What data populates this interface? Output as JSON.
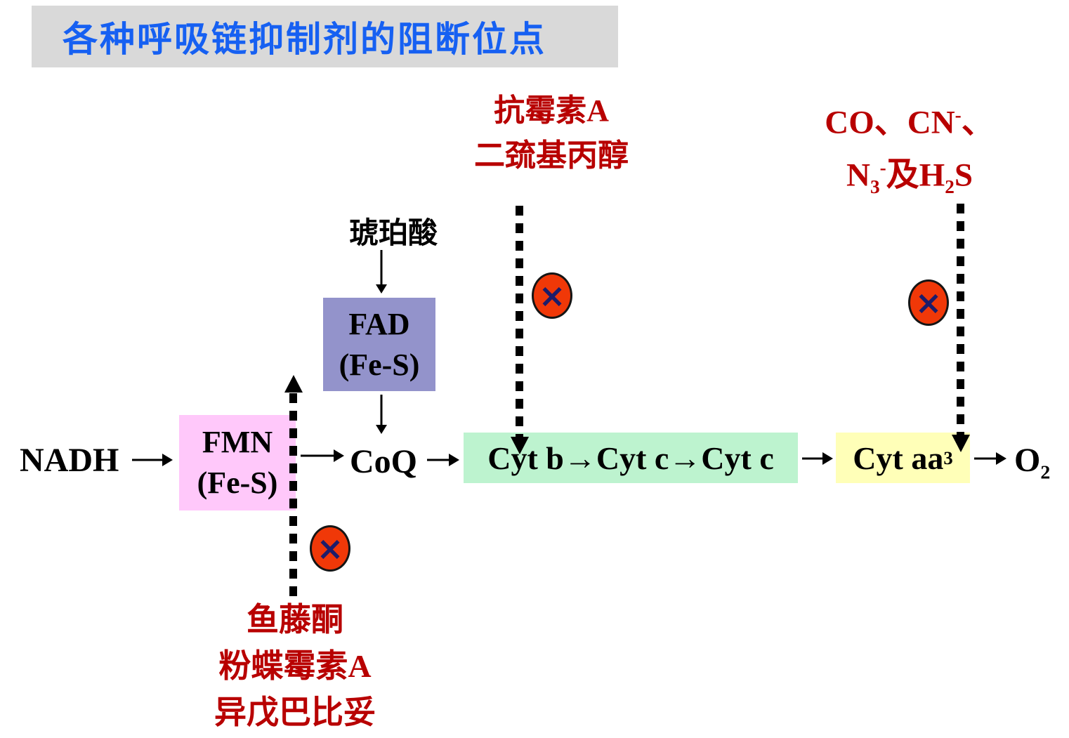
{
  "title": "各种呼吸链抑制剂的阻断位点",
  "inhibitors": {
    "antimycin": {
      "line1": "抗霉素A",
      "line2": "二巯基丙醇"
    },
    "gases": {
      "l1a": "CO、CN",
      "l1sup": "-",
      "l1b": "、",
      "l2a": "N",
      "l2sub": "3",
      "l2sup": "-",
      "l2b": "及H",
      "l2sub2": "2",
      "l2c": "S"
    },
    "rotenone": {
      "line1": "鱼藤酮",
      "line2": "粉蝶霉素A",
      "line3": "异戊巴比妥"
    }
  },
  "chain": {
    "succinate": "琥珀酸",
    "nadh": "NADH",
    "fmn": {
      "line1": "FMN",
      "line2": "(Fe-S)"
    },
    "fad": {
      "line1": "FAD",
      "line2": "(Fe-S)"
    },
    "coq": "CoQ",
    "cyt_chain": "Cyt b→Cyt c→Cyt c",
    "cyt_aa": {
      "base": "Cyt aa",
      "sub": "3"
    },
    "o2": {
      "base": "O",
      "sub": "2"
    }
  },
  "marks": {
    "block_x": "×"
  },
  "colors": {
    "title_text": "#1660f2",
    "title_bg": "#d9d9d9",
    "inhibitor_text": "#b80000",
    "fmn_box_bg": "#ffc8fa",
    "fad_box_bg": "#9393cb",
    "cyt_box_bg": "#bdf3cf",
    "cyt_aa_box_bg": "#ffffb8",
    "block_fill": "#f03808",
    "block_x": "#1c1c6a"
  }
}
